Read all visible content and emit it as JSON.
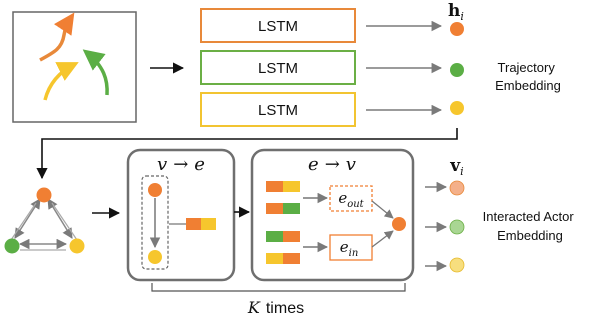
{
  "lstm_blocks": [
    {
      "label": "LSTM",
      "color": "#E8893A"
    },
    {
      "label": "LSTM",
      "color": "#6BAF45"
    },
    {
      "label": "LSTM",
      "color": "#F2C431"
    }
  ],
  "hidden_label": "h",
  "hidden_subscript": "i",
  "trajectory_embedding": {
    "line1": "Trajectory",
    "line2": "Embedding"
  },
  "v_to_e": {
    "left": "v",
    "arrow": "→",
    "right": "e"
  },
  "e_to_v": {
    "left": "e",
    "arrow": "→",
    "right": "v"
  },
  "e_out": {
    "base": "e",
    "sub": "out"
  },
  "e_in": {
    "base": "e",
    "sub": "in"
  },
  "output_label": "v",
  "output_subscript": "i",
  "interacted_embedding": {
    "line1": "Interacted Actor",
    "line2": "Embedding"
  },
  "k_times": {
    "k": "K",
    "text": "times"
  },
  "colors": {
    "orange": "#F07F33",
    "green": "#5BAE45",
    "yellow": "#F6C62D",
    "orange_light": "#F4B08A",
    "green_light": "#A9D693",
    "yellow_light": "#F7DE7E",
    "frame": "#6F6F6F",
    "arrow": "#7A7A7A"
  }
}
